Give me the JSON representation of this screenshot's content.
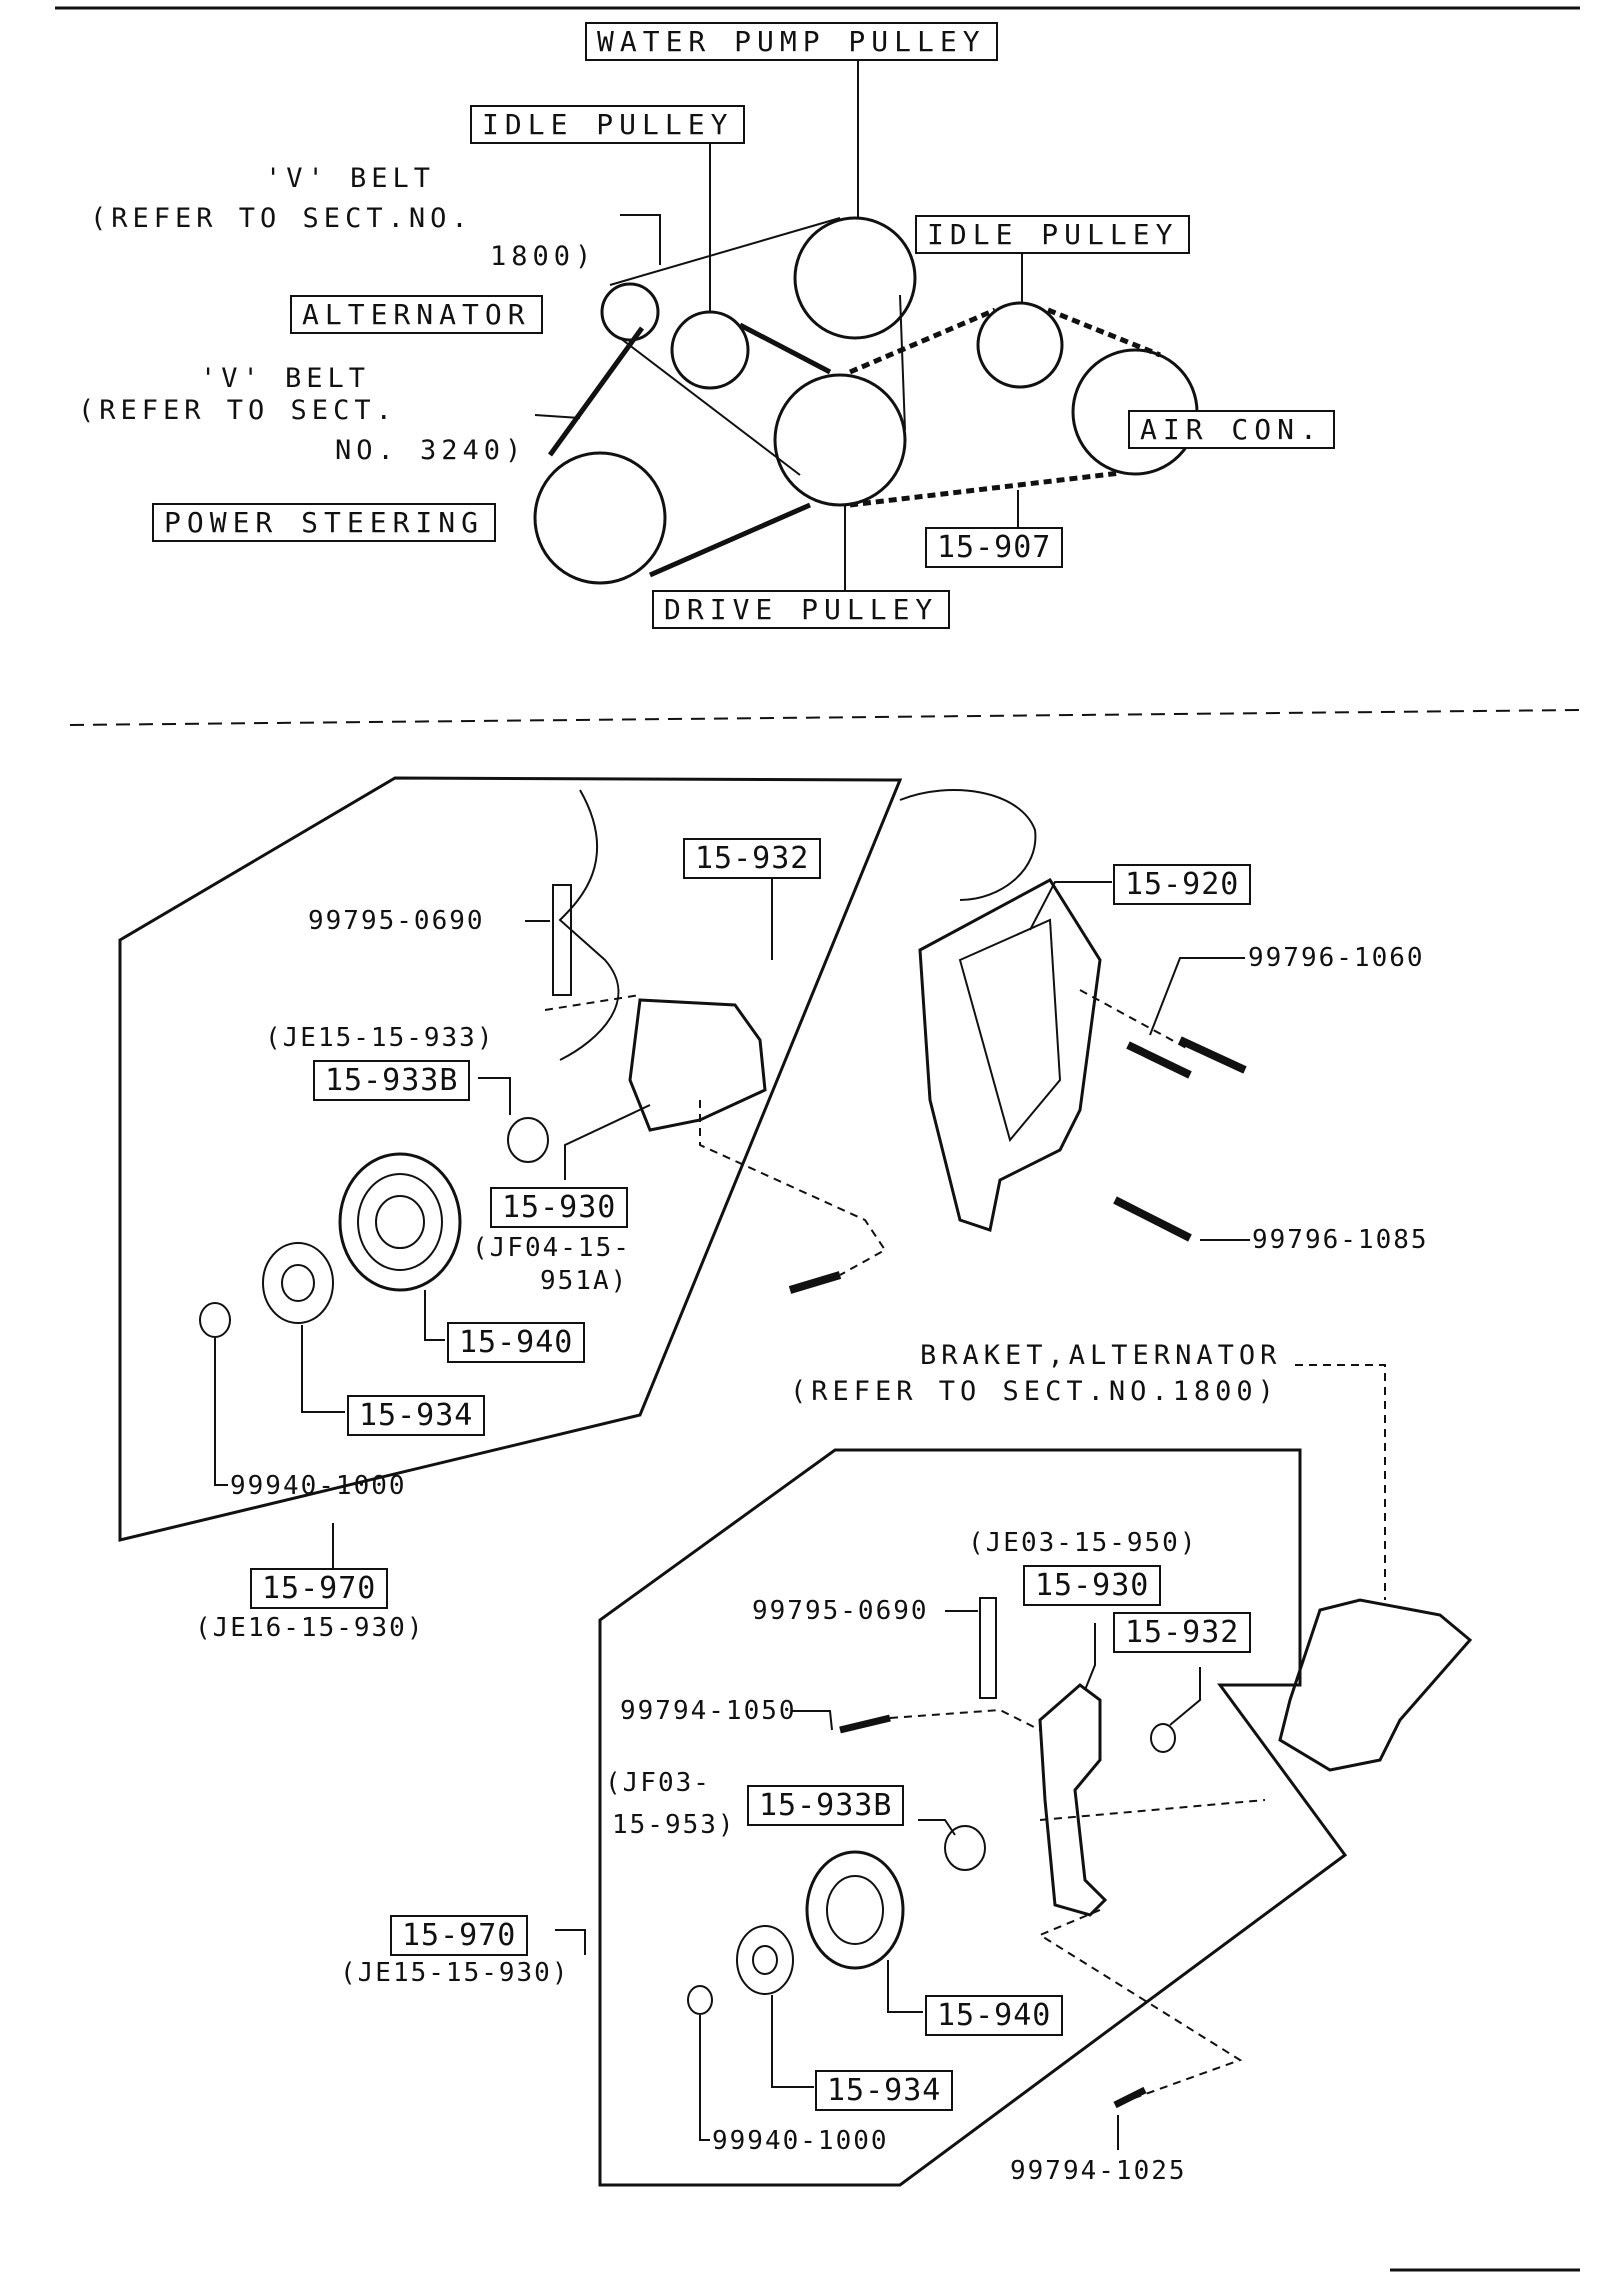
{
  "belt_diagram": {
    "water_pump_pulley": "WATER PUMP PULLEY",
    "idle_pulley_1": "IDLE PULLEY",
    "idle_pulley_2": "IDLE PULLEY",
    "alternator": "ALTERNATOR",
    "air_con": "AIR CON.",
    "power_steering": "POWER STEERING",
    "drive_pulley": "DRIVE PULLEY",
    "part_15_907": "15-907",
    "v_belt_1": [
      "'V' BELT",
      "(REFER TO SECT.NO.",
      "1800)"
    ],
    "v_belt_2": [
      "'V' BELT",
      "(REFER TO SECT.",
      "NO. 3240)"
    ]
  },
  "upper_assembly": {
    "p15_932": "15-932",
    "p15_920": "15-920",
    "bolt_99795_0690": "99795-0690",
    "bolt_99796_1060": "99796-1060",
    "je15_15_933": "(JE15-15-933)",
    "p15_933b": "15-933B",
    "p15_930": "15-930",
    "jf04": [
      "(JF04-15-",
      "951A)"
    ],
    "bolt_99796_1085": "99796-1085",
    "p15_940": "15-940",
    "p15_934": "15-934",
    "nut_99940_1000": "99940-1000",
    "p15_970": "15-970",
    "je16_15_930": "(JE16-15-930)"
  },
  "lower_assembly": {
    "braket_note": [
      "BRAKET,ALTERNATOR",
      "(REFER TO SECT.NO.1800)"
    ],
    "jf03_15_950": "(JE03-15-950)",
    "bolt_99795_0690": "99795-0690",
    "p15_930": "15-930",
    "p15_932": "15-932",
    "bolt_99794_1050": "99794-1050",
    "jf03_15_953": [
      "(JF03-",
      "15-953)"
    ],
    "p15_933b": "15-933B",
    "p15_970": "15-970",
    "je15_15_930": "(JE15-15-930)",
    "p15_940": "15-940",
    "p15_934": "15-934",
    "nut_99940_1000": "99940-1000",
    "bolt_99794_1025": "99794-1025"
  }
}
